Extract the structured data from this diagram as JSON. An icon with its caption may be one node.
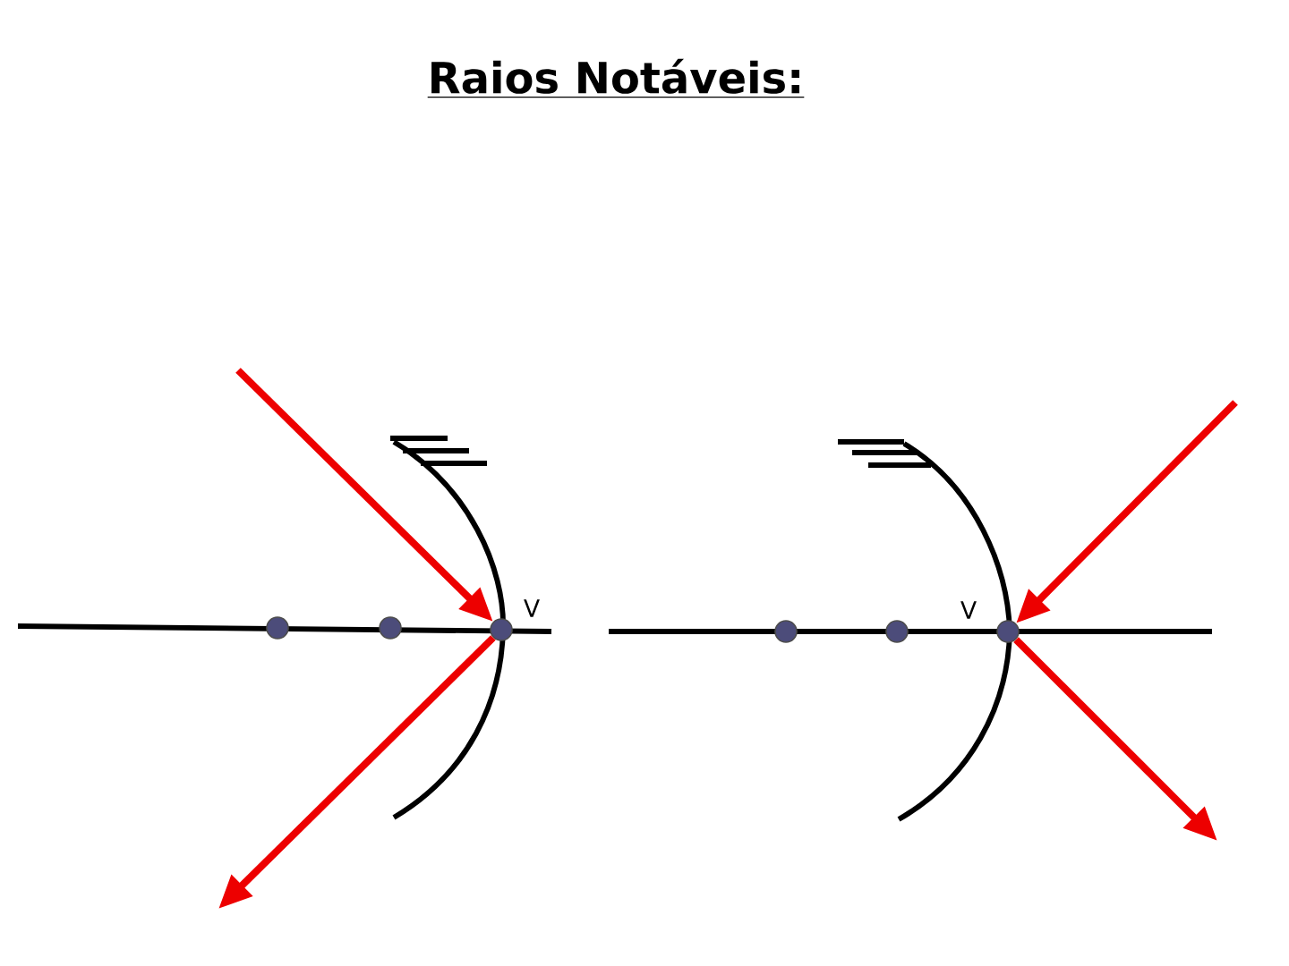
{
  "diagram": {
    "title": "Raios Notáveis:",
    "nodes": [
      {
        "text": [],
        "shape": "circle"
      },
      {
        "text": [],
        "shape": "circle"
      },
      {
        "text": [],
        "shape": "circle",
        "beside": [
          "V"
        ]
      },
      {
        "text": [],
        "shape": "circle"
      },
      {
        "text": [],
        "shape": "circle"
      },
      {
        "text": [],
        "shape": "circle",
        "beside": [
          "V"
        ]
      }
    ],
    "edges": [
      {
        "from": null,
        "to": 2,
        "arrow": "to"
      },
      {
        "from": 2,
        "to": null,
        "arrow": "to"
      },
      {
        "from": null,
        "to": 5,
        "arrow": "to"
      },
      {
        "from": 5,
        "to": null,
        "arrow": "to"
      }
    ]
  }
}
